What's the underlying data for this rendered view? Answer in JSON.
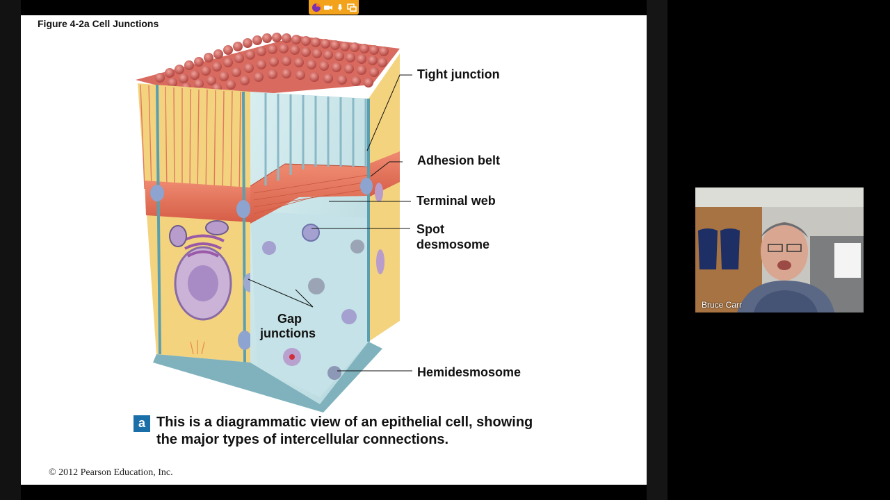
{
  "toolbar": {
    "icons": [
      "firefox-icon",
      "camera-icon",
      "microphone-icon",
      "screen-share-icon"
    ]
  },
  "slide": {
    "figure_title": "Figure 4-2a  Cell Junctions",
    "labels": {
      "tight_junction": "Tight junction",
      "adhesion_belt": "Adhesion belt",
      "terminal_web": "Terminal web",
      "spot_desmosome_1": "Spot",
      "spot_desmosome_2": "desmosome",
      "gap_junctions_1": "Gap",
      "gap_junctions_2": "junctions",
      "hemidesmosome": "Hemidesmosome"
    },
    "caption_badge": "a",
    "caption": "This is a diagrammatic view of an epithelial cell, showing the major types of intercellular connections.",
    "copyright": "© 2012 Pearson Education, Inc."
  },
  "video": {
    "participant_name": "Bruce Carr"
  },
  "colors": {
    "background": "#000000",
    "slide_bg": "#ffffff",
    "toolbar": "#f2a21b",
    "cell_yellow": "#f3d37e",
    "cell_blue": "#cfe6ea",
    "terminal_web": "#e77359",
    "microvilli_top": "#c8564d",
    "membrane": "#5a9fb0",
    "caption_badge": "#1b6fa8"
  }
}
